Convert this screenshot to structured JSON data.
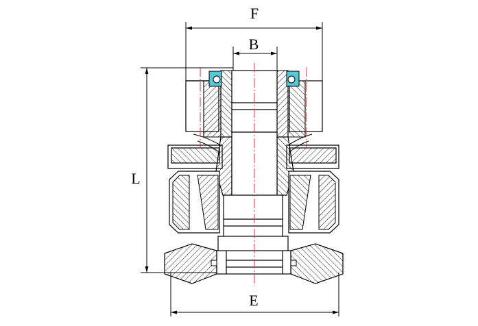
{
  "drawing": {
    "labels": {
      "f": "F",
      "b": "B",
      "l": "L",
      "e": "E"
    },
    "colors": {
      "outline": "#000000",
      "centerline": "#e0303a",
      "seal": "#58c8d8",
      "background": "#ffffff"
    }
  }
}
